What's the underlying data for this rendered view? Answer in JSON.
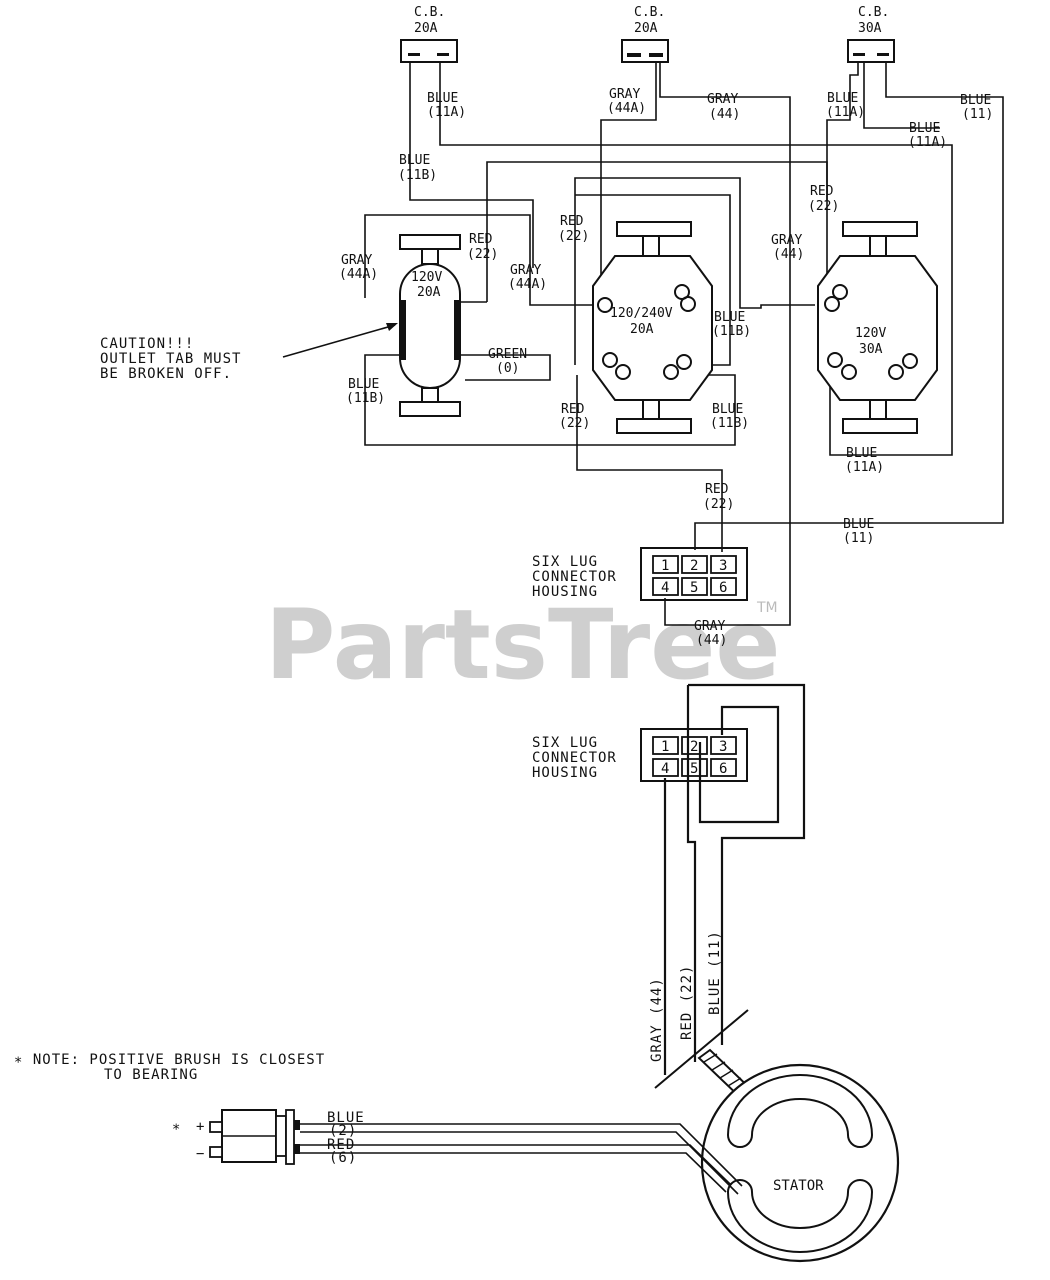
{
  "watermark": {
    "text": "PartsTree",
    "tm": "TM"
  },
  "breakers": [
    {
      "label": "C.B.",
      "rating": "20A"
    },
    {
      "label": "C.B.",
      "rating": "20A"
    },
    {
      "label": "C.B.",
      "rating": "30A"
    }
  ],
  "outlets": {
    "duplex": {
      "volts": "120V",
      "amps": "20A"
    },
    "twist_240": {
      "volts": "120/240V",
      "amps": "20A"
    },
    "twist_120": {
      "volts": "120V",
      "amps": "30A"
    }
  },
  "wire_labels": {
    "blue_11a_cb1": {
      "color": "BLUE",
      "code": "(11A)"
    },
    "gray_44a_cb2": {
      "color": "GRAY",
      "code": "(44A)"
    },
    "gray_44_top": {
      "color": "GRAY",
      "code": "(44)"
    },
    "blue_11a_cb3": {
      "color": "BLUE",
      "code": "(11A)"
    },
    "blue_11_top": {
      "color": "BLUE",
      "code": "(11)"
    },
    "blue_11a_right": {
      "color": "BLUE",
      "code": "(11A)"
    },
    "blue_11b_left": {
      "color": "BLUE",
      "code": "(11B)"
    },
    "red_22_right": {
      "color": "RED",
      "code": "(22)"
    },
    "red_22_mid": {
      "color": "RED",
      "code": "(22)"
    },
    "gray_44_mid": {
      "color": "GRAY",
      "code": "(44)"
    },
    "gray_44a_left": {
      "color": "GRAY",
      "code": "(44A)"
    },
    "red_22_left": {
      "color": "RED",
      "code": "(22)"
    },
    "gray_44a_mid": {
      "color": "GRAY",
      "code": "(44A)"
    },
    "blue_11b_mid": {
      "color": "BLUE",
      "code": "(11B)"
    },
    "green_0": {
      "color": "GREEN",
      "code": "(0)"
    },
    "blue_11b_bottom_left": {
      "color": "BLUE",
      "code": "(11B)"
    },
    "red_22_lower": {
      "color": "RED",
      "code": "(22)"
    },
    "blue_11b_lower": {
      "color": "BLUE",
      "code": "(11B)"
    },
    "blue_11a_lower": {
      "color": "BLUE",
      "code": "(11A)"
    },
    "red_22_conn": {
      "color": "RED",
      "code": "(22)"
    },
    "blue_11_conn": {
      "color": "BLUE",
      "code": "(11)"
    },
    "gray_44_conn": {
      "color": "GRAY",
      "code": "(44)"
    }
  },
  "caution": {
    "line1": "CAUTION!!!",
    "line2": "OUTLET TAB MUST",
    "line3": "BE BROKEN OFF."
  },
  "connector_upper": {
    "line1": "SIX LUG",
    "line2": "CONNECTOR",
    "line3": "HOUSING",
    "lugs": [
      "1",
      "2",
      "3",
      "4",
      "5",
      "6"
    ]
  },
  "connector_lower": {
    "line1": "SIX LUG",
    "line2": "CONNECTOR",
    "line3": "HOUSING",
    "lugs": [
      "1",
      "2",
      "3",
      "4",
      "5",
      "6"
    ]
  },
  "stator_leads": {
    "gray": "GRAY (44)",
    "red": "RED (22)",
    "blue": "BLUE (11)"
  },
  "stator": {
    "label": "STATOR"
  },
  "note": {
    "line1": "∗ NOTE: POSITIVE BRUSH IS CLOSEST",
    "line2": "TO BEARING"
  },
  "brush": {
    "star": "∗",
    "plus": "+",
    "minus": "−",
    "blue": {
      "color": "BLUE",
      "code": "(2)"
    },
    "red": {
      "color": "RED",
      "code": "(6)"
    }
  }
}
